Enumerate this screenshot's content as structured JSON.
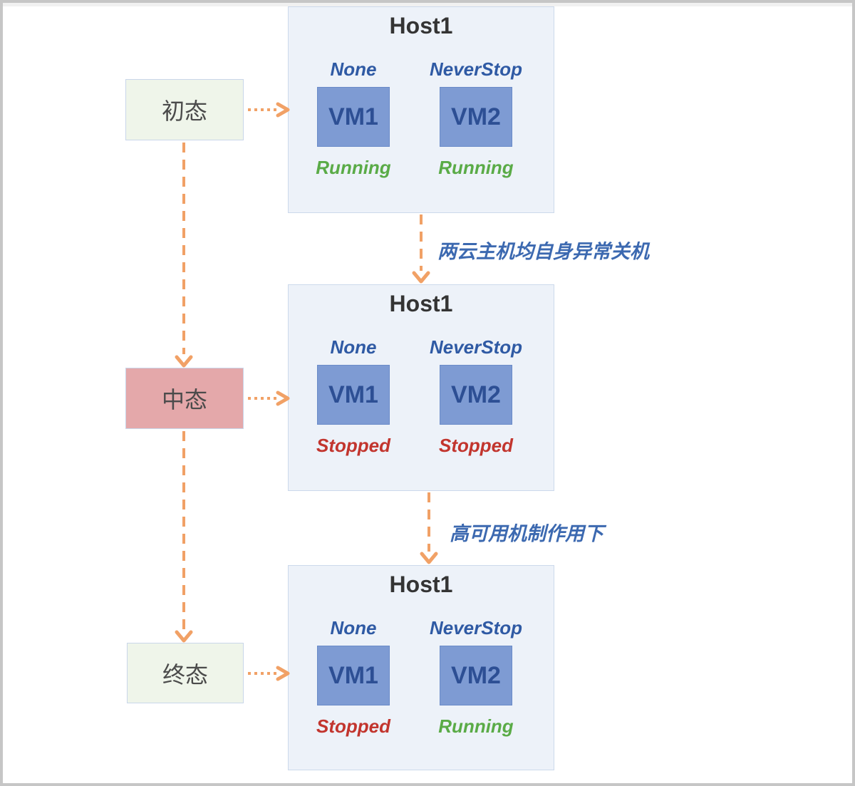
{
  "states": [
    {
      "label": "初态"
    },
    {
      "label": "中态"
    },
    {
      "label": "终态"
    }
  ],
  "hosts": [
    {
      "title": "Host1",
      "vms": [
        {
          "policy": "None",
          "name": "VM1",
          "status": "Running",
          "status_class": "vm-status status-running"
        },
        {
          "policy": "NeverStop",
          "name": "VM2",
          "status": "Running",
          "status_class": "vm-status status-running"
        }
      ]
    },
    {
      "title": "Host1",
      "vms": [
        {
          "policy": "None",
          "name": "VM1",
          "status": "Stopped",
          "status_class": "vm-status status-stopped"
        },
        {
          "policy": "NeverStop",
          "name": "VM2",
          "status": "Stopped",
          "status_class": "vm-status status-stopped"
        }
      ]
    },
    {
      "title": "Host1",
      "vms": [
        {
          "policy": "None",
          "name": "VM1",
          "status": "Stopped",
          "status_class": "vm-status status-stopped"
        },
        {
          "policy": "NeverStop",
          "name": "VM2",
          "status": "Running",
          "status_class": "vm-status status-running"
        }
      ]
    }
  ],
  "transitions": [
    {
      "label": "两云主机均自身异常关机"
    },
    {
      "label": "高可用机制作用下"
    }
  ],
  "colors": {
    "frame_border": "#c6c6c6",
    "host_bg": "#edf2f9",
    "host_border": "#ccd9eb",
    "host_title_text": "#343434",
    "vm_bg": "#7e9bd3",
    "vm_border": "#6a8bc8",
    "vm_text": "#2d4f94",
    "policy_text": "#2f5aa4",
    "running": "#5aab47",
    "stopped": "#c2352e",
    "arrow": "#f1a166",
    "label_text": "#3c69b0",
    "state_text": "#4b4b4b",
    "state_border": "#c9d6e9",
    "state_green_bg": "#eff5ea",
    "state_pink_bg": "#e4a8aa"
  }
}
